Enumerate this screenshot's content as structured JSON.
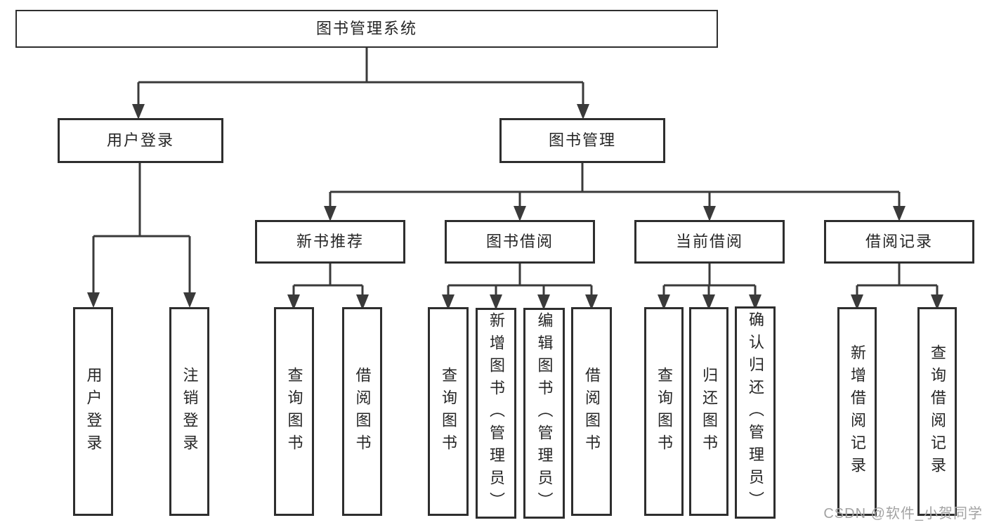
{
  "diagram": {
    "root": "图书管理系统",
    "branches": [
      {
        "label": "用户登录",
        "children": [
          "用户登录",
          "注销登录"
        ]
      },
      {
        "label": "图书管理",
        "children": [
          {
            "label": "新书推荐",
            "children": [
              "查询图书",
              "借阅图书"
            ]
          },
          {
            "label": "图书借阅",
            "children": [
              "查询图书",
              "新增图书（管理员）",
              "编辑图书（管理员）",
              "借阅图书"
            ]
          },
          {
            "label": "当前借阅",
            "children": [
              "查询图书",
              "归还图书",
              "确认归还（管理员）"
            ]
          },
          {
            "label": "借阅记录",
            "children": [
              "新增借阅记录",
              "查询借阅记录"
            ]
          }
        ]
      }
    ]
  },
  "watermark": "CSDN @软件_小贺同学",
  "colors": {
    "line": "#3a3a3a",
    "box_border": "#2e2e2e",
    "text": "#262626",
    "background": "#ffffff",
    "watermark": "#a3a3a3"
  }
}
